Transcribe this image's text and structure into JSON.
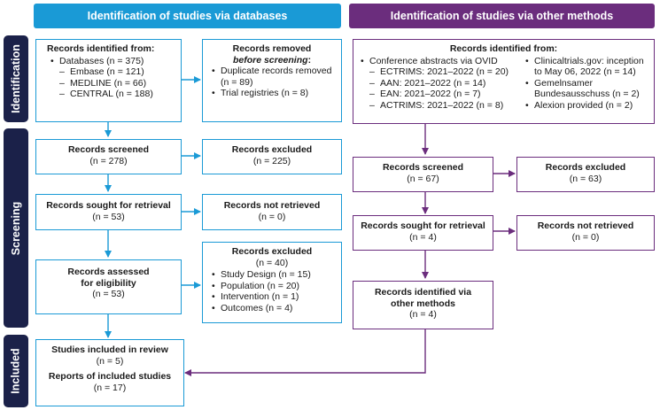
{
  "headers": {
    "databases": "Identification of studies via databases",
    "other": "Identification of studies via other methods"
  },
  "phases": {
    "identification": "Identification",
    "screening": "Screening",
    "included": "Included"
  },
  "colors": {
    "blue": "#1a9ad6",
    "purple": "#6b2d7d",
    "navy": "#1b2149"
  },
  "db": {
    "identified": {
      "title": "Records identified from:",
      "items": [
        {
          "level": 1,
          "text": "Databases (n = 375)"
        },
        {
          "level": 2,
          "text": "Embase (n = 121)"
        },
        {
          "level": 2,
          "text": "MEDLINE (n = 66)"
        },
        {
          "level": 2,
          "text": "CENTRAL (n = 188)"
        }
      ]
    },
    "removed": {
      "title": "Records removed",
      "subtitle": "before screening",
      "subtitle_suffix": ":",
      "items": [
        "Duplicate records removed (n = 89)",
        "Trial registries (n = 8)"
      ]
    },
    "screened": {
      "title": "Records screened",
      "count": "(n = 278)"
    },
    "excluded_screen": {
      "title": "Records excluded",
      "count": "(n = 225)"
    },
    "sought": {
      "title": "Records sought for retrieval",
      "count": "(n = 53)"
    },
    "not_retrieved": {
      "title": "Records not retrieved",
      "count": "(n = 0)"
    },
    "assessed": {
      "title": "Records assessed for eligibility",
      "count": "(n = 53)"
    },
    "excluded_full": {
      "title": "Records excluded",
      "count": "(n = 40)",
      "items": [
        "Study Design (n = 15)",
        "Population (n = 20)",
        "Intervention (n = 1)",
        "Outcomes (n = 4)"
      ]
    },
    "included": {
      "studies": "Studies included in review",
      "studies_count": "(n = 5)",
      "reports": "Reports of included studies",
      "reports_count": "(n = 17)"
    }
  },
  "other": {
    "identified": {
      "title": "Records identified from:",
      "col1": [
        {
          "level": 1,
          "text": "Conference abstracts via OVID"
        },
        {
          "level": 2,
          "text": "ECTRIMS: 2021–2022 (n = 20)"
        },
        {
          "level": 2,
          "text": "AAN: 2021–2022 (n = 14)"
        },
        {
          "level": 2,
          "text": "EAN: 2021–2022 (n = 7)"
        },
        {
          "level": 2,
          "text": "ACTRIMS: 2021–2022 (n = 8)"
        }
      ],
      "col2": [
        "Clinicaltrials.gov: inception to May 06, 2022 (n = 14)",
        "Gemelnsamer Bundesausschuss (n = 2)",
        "Alexion provided (n = 2)"
      ]
    },
    "screened": {
      "title": "Records screened",
      "count": "(n = 67)"
    },
    "excluded": {
      "title": "Records excluded",
      "count": "(n = 63)"
    },
    "sought": {
      "title": "Records sought for retrieval",
      "count": "(n = 4)"
    },
    "not_retrieved": {
      "title": "Records not retrieved",
      "count": "(n = 0)"
    },
    "identified_via": {
      "title": "Records identified via other methods",
      "count": "(n = 4)"
    }
  }
}
